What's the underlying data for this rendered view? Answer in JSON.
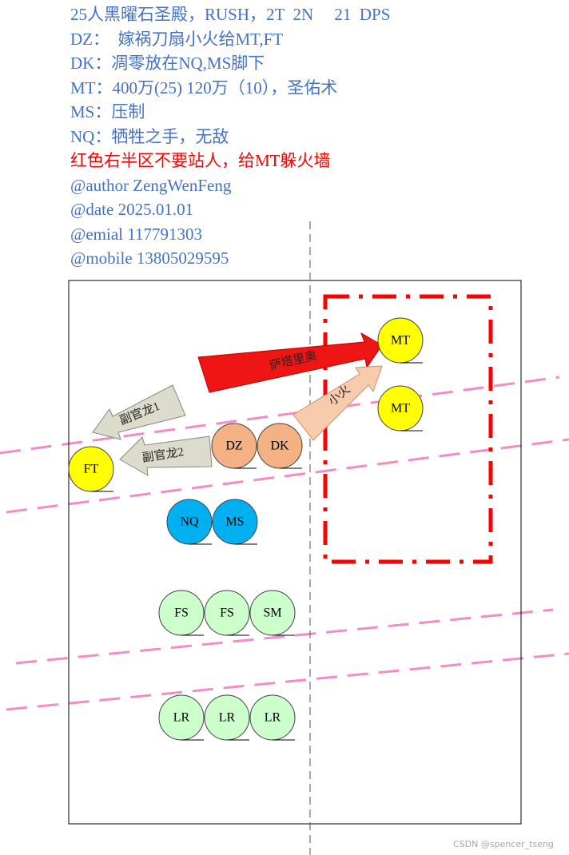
{
  "notes": {
    "lines": [
      "25人黑曜石圣殿，RUSH，2T  2N     21  DPS",
      "DZ：  嫁祸刀扇小火给MT,FT",
      "DK：凋零放在NQ,MS脚下",
      "MT：400万(25) 120万（10），圣佑术",
      "MS：压制",
      "NQ：牺牲之手，无敌",
      "红色右半区不要站人，给MT躲火墙",
      "@author ZengWenFeng",
      "@date 2025.01.01",
      "@emial 117791303",
      "@mobile 13805029595"
    ],
    "text_color": "#4472C4",
    "highlight_color": "#FF0000"
  },
  "diagram": {
    "zone_color": "#FF0000",
    "dash_line_color": "#F28CC8",
    "divider_color": "#555555",
    "arrows": {
      "boss": {
        "label": "萨塔里奥",
        "fill": "#F01515"
      },
      "fire": {
        "label": "小火",
        "fill": "#F8CBAD"
      },
      "drake_1": {
        "label": "副官龙1",
        "fill": "#DCDCCC"
      },
      "drake_2": {
        "label": "副官龙2",
        "fill": "#DCDCCC"
      }
    },
    "players": [
      {
        "label": "MT",
        "color": "#FFFF00"
      },
      {
        "label": "MT",
        "color": "#FFFF00"
      },
      {
        "label": "FT",
        "color": "#FFFF00"
      },
      {
        "label": "DZ",
        "color": "#F4B183"
      },
      {
        "label": "DK",
        "color": "#F4B183"
      },
      {
        "label": "NQ",
        "color": "#00B0F0"
      },
      {
        "label": "MS",
        "color": "#00B0F0"
      },
      {
        "label": "FS",
        "color": "#CCFFCC"
      },
      {
        "label": "FS",
        "color": "#CCFFCC"
      },
      {
        "label": "SM",
        "color": "#CCFFCC"
      },
      {
        "label": "LR",
        "color": "#CCFFCC"
      },
      {
        "label": "LR",
        "color": "#CCFFCC"
      },
      {
        "label": "LR",
        "color": "#CCFFCC"
      }
    ]
  },
  "watermark": "CSDN @spencer_tseng"
}
